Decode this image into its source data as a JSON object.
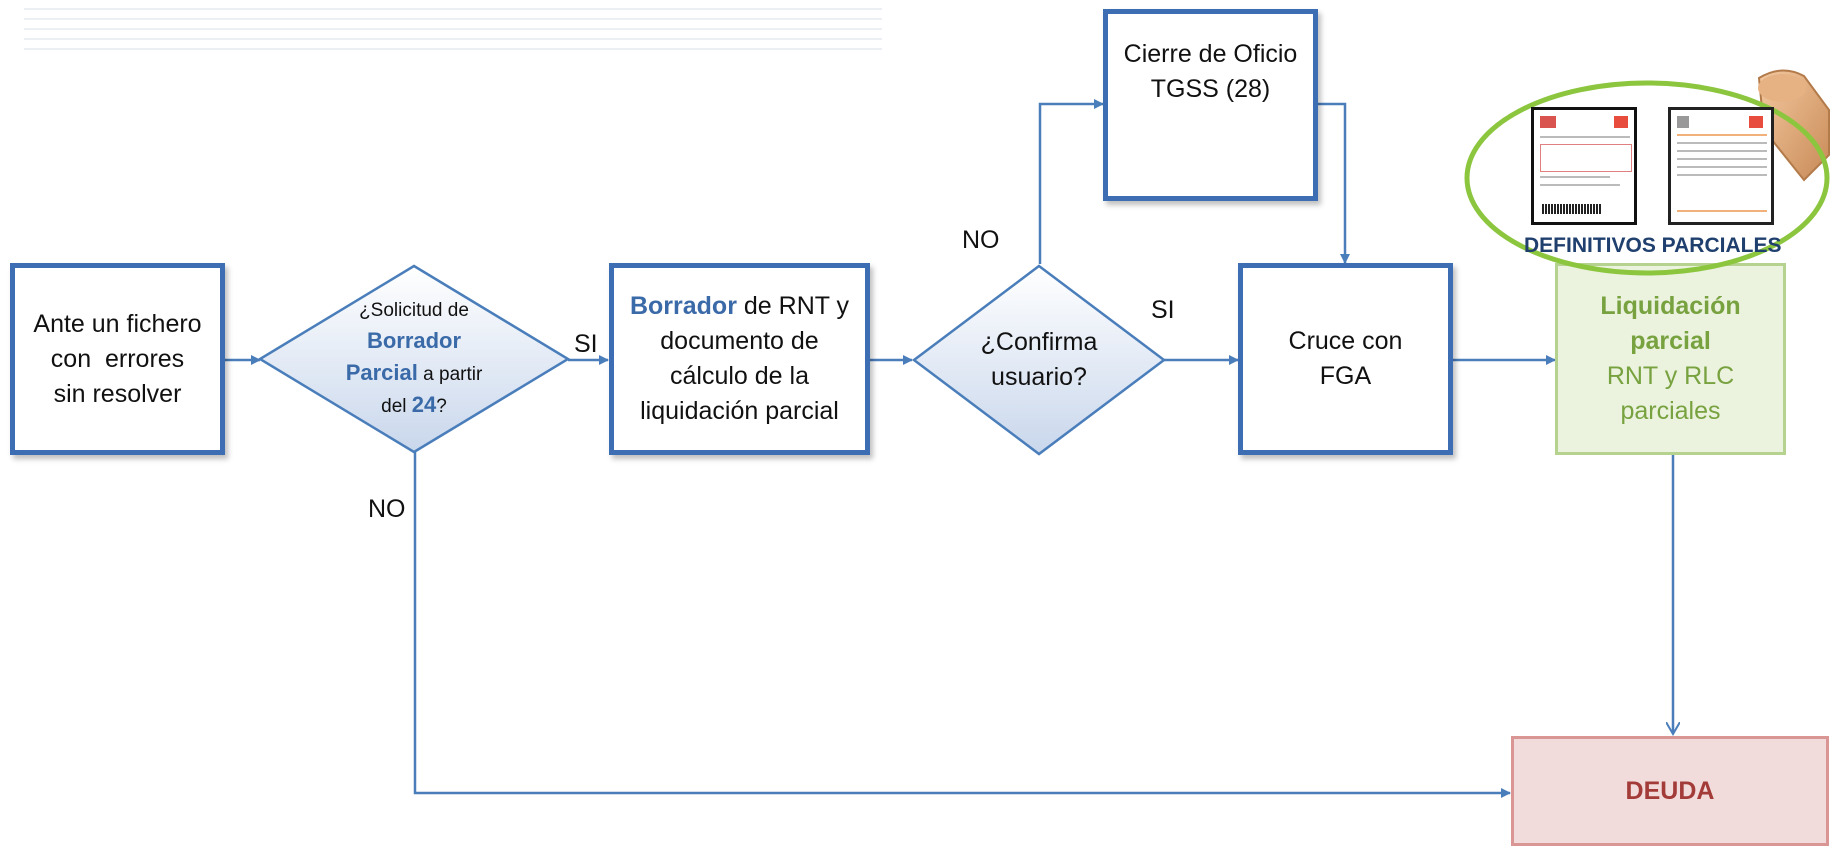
{
  "nodes": {
    "start": {
      "line1": "Ante un fichero",
      "line2": "con  errores",
      "line3": "sin resolver"
    },
    "decision1": {
      "t1": "¿Solicitud de",
      "t2_bold": "Borrador",
      "t3_bold": "Parcial",
      "t3_rest": " a partir",
      "t4_pre": "del ",
      "t4_bold": "24",
      "t4_post": "?"
    },
    "draft": {
      "t1_bold": "Borrador",
      "t1_rest": " de RNT y",
      "line2": "documento de",
      "line3": "cálculo de la",
      "line4": "liquidación parcial"
    },
    "decision2": {
      "line1": "¿Confirma",
      "line2": "usuario?"
    },
    "closure": {
      "line1": "Cierre de Oficio",
      "line2": "TGSS (28)"
    },
    "cross": {
      "line1": "Cruce con",
      "line2": "FGA"
    },
    "liquidation": {
      "line1": "Liquidación",
      "line2": "parcial",
      "line3": "RNT y RLC",
      "line4": "parciales"
    },
    "debt": {
      "label": "DEUDA"
    },
    "stamp": {
      "label": "DEFINITIVOS PARCIALES"
    }
  },
  "edge_labels": {
    "si_1": "SI",
    "no_1": "NO",
    "no_2": "NO",
    "si_2": "SI"
  },
  "colors": {
    "line": "#4a7ebb",
    "box_border": "#3d6eb4",
    "diamond_fill_top": "#ffffff",
    "diamond_fill_bottom": "#c9d7ec",
    "green_border": "#b5d28e",
    "green_fill": "#ebf2de",
    "green_text": "#77a23f",
    "debt_border": "#d99694",
    "debt_fill": "#f2dcdb",
    "debt_text": "#a33b38",
    "stamp_ellipse": "#8cc63f"
  }
}
